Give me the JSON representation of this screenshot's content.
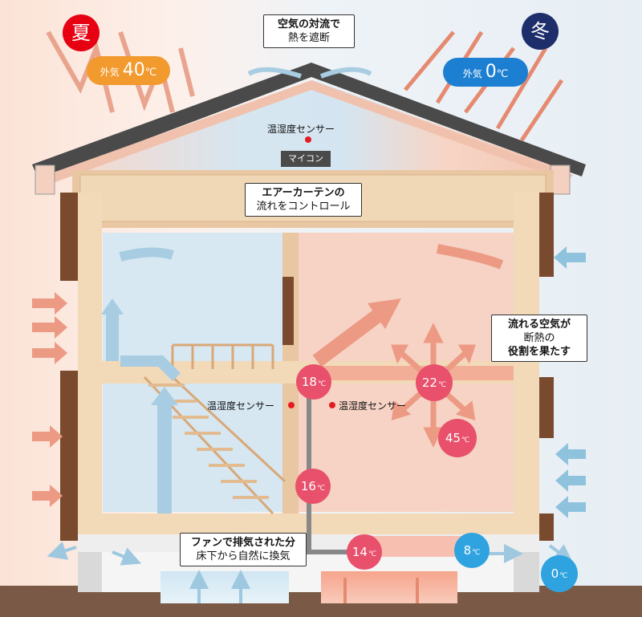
{
  "seasons": {
    "summer": {
      "label": "夏",
      "color": "#e60012"
    },
    "winter": {
      "label": "冬",
      "color": "#1d2e6b"
    }
  },
  "outside": {
    "summer": {
      "prefix": "外気",
      "value": "40",
      "unit": "℃",
      "color": "#f29a2e"
    },
    "winter": {
      "prefix": "外気",
      "value": "0",
      "unit": "℃",
      "color": "#1d7fd1"
    }
  },
  "callouts": {
    "roof": {
      "line1": "空気の対流で",
      "line2": "熱を遮断"
    },
    "air_curtain": {
      "line1": "エアーカーテンの",
      "line2": "流れをコントロール"
    },
    "insulation": {
      "line1": "流れる空気が",
      "line2": "断熱の",
      "line3": "役割を果たす"
    },
    "exhaust": {
      "line1": "ファンで排気された分",
      "line2": "床下から自然に換気"
    }
  },
  "sensors": {
    "attic": "温湿度センサー",
    "left_room": "温湿度センサー",
    "right_room": "温湿度センサー",
    "controller": "マイコン"
  },
  "temperatures": [
    {
      "id": "t18",
      "value": "18",
      "unit": "℃",
      "color": "#e8506c"
    },
    {
      "id": "t22",
      "value": "22",
      "unit": "℃",
      "color": "#e8506c"
    },
    {
      "id": "t45",
      "value": "45",
      "unit": "℃",
      "color": "#e8506c"
    },
    {
      "id": "t16",
      "value": "16",
      "unit": "℃",
      "color": "#e8506c"
    },
    {
      "id": "t14",
      "value": "14",
      "unit": "℃",
      "color": "#e8506c"
    },
    {
      "id": "t8",
      "value": "8",
      "unit": "℃",
      "color": "#2fa3e0"
    },
    {
      "id": "t0",
      "value": "0",
      "unit": "℃",
      "color": "#2fa3e0"
    }
  ]
}
